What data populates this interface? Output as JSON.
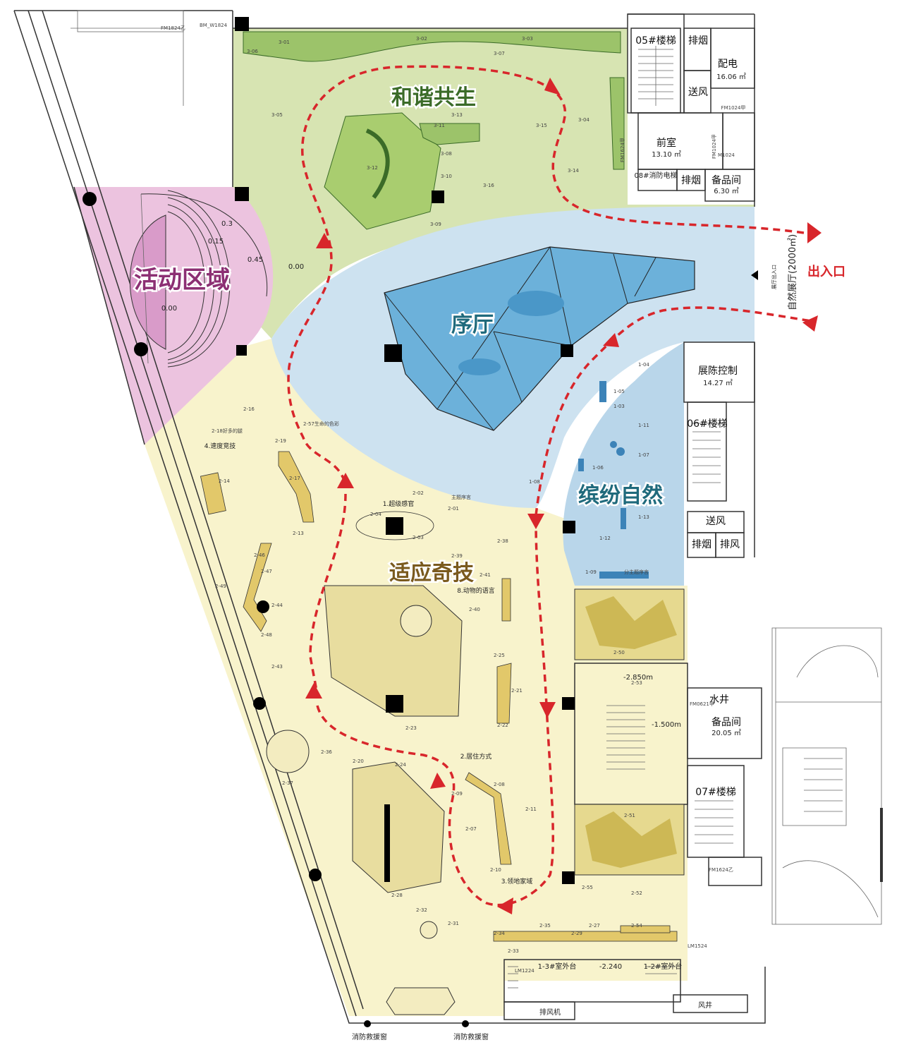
{
  "zones": {
    "harmony": "和谐共生",
    "activity": "活动区域",
    "foyer": "序厅",
    "diverse": "缤纷自然",
    "adapt": "适应奇技"
  },
  "entrance": {
    "label": "出入口",
    "hall_label": "自然展厅(2000㎡)",
    "small_label": "展厅出入口"
  },
  "rooms": {
    "stair05": "05#楼梯",
    "smoke_exhaust_1": "排烟",
    "power": "配电",
    "power_area": "16.06 ㎡",
    "air_supply_1": "送风",
    "fire_door_1": "FM1024甲",
    "anteroom": "前室",
    "anteroom_area": "13.10 ㎡",
    "fire_elevator": "08#消防电梯",
    "smoke_exhaust_2": "排烟",
    "storage_1": "备品间",
    "storage_1_area": "6.30 ㎡",
    "exhibit_control": "展陈控制",
    "exhibit_control_area": "14.27 ㎡",
    "stair06": "06#楼梯",
    "air_supply_2": "送风",
    "smoke_exhaust_3": "排烟",
    "exhaust_air": "排风",
    "water_well": "水井",
    "storage_2": "备品间",
    "storage_2_area": "20.05 ㎡",
    "stair07": "07#楼梯",
    "outdoor_1": "1-3#室外台",
    "outdoor_2": "1-2#室外台",
    "exhaust_machine": "排风机",
    "wind_well": "风井",
    "rescue_window_1": "消防救援窗",
    "rescue_window_2": "消防救援窗"
  },
  "sections": {
    "s1": "1.超级感官",
    "s2": "2.居住方式",
    "s3": "3.领地家域",
    "s4": "4.速度竞技",
    "s8": "8.动物的语言"
  },
  "levels": {
    "l1": "0.3",
    "l2": "0.15",
    "l3": "0.45",
    "l4": "0.00",
    "l5": "0.00",
    "l6": "-2.850m",
    "l7": "-1.500m",
    "l8": "-2.240"
  },
  "exhibits": [
    "3-01",
    "3-02",
    "3-03",
    "3-06",
    "3-07",
    "3-05",
    "3-13",
    "3-11",
    "3-15",
    "3-04",
    "3-12",
    "3-08",
    "3-10",
    "3-16",
    "3-14",
    "3-09",
    "2-16",
    "2-18好多的腿",
    "2-19",
    "2-14",
    "2-17",
    "2-13",
    "2-46",
    "2-47",
    "2-49",
    "2-44",
    "2-48",
    "2-43",
    "2-36",
    "2-37",
    "2-57生命的色彩",
    "2-02",
    "2-01",
    "2-04",
    "2-03",
    "2-38",
    "2-39",
    "2-41",
    "2-40",
    "2-25",
    "2-21",
    "2-22",
    "2-23",
    "2-20",
    "2-24",
    "2-08",
    "2-09",
    "2-11",
    "2-07",
    "2-10",
    "2-28",
    "2-32",
    "2-31",
    "2-34",
    "2-35",
    "2-27",
    "2-29",
    "2-54",
    "2-33",
    "2-55",
    "2-52",
    "2-50",
    "2-53",
    "2-51",
    "1-04",
    "1-05",
    "1-03",
    "1-11",
    "1-06",
    "1-07",
    "1-08",
    "1-13",
    "1-12",
    "1-09",
    "分主题序言",
    "主题序言"
  ],
  "door_codes": {
    "d1": "FM1824乙",
    "d2": "BM_W1824",
    "d3": "FM1624甲",
    "d4": "M1024",
    "d5": "FM1024甲",
    "d6": "FM0621甲",
    "d7": "FM1624乙",
    "d8": "LM1224",
    "d9": "LM1524"
  },
  "colors": {
    "harmony_fill": "#d7e4b2",
    "harmony_text": "#3b6b28",
    "activity_fill": "#ecc3df",
    "activity_text": "#8c2f73",
    "foyer_fill": "#cde2f0",
    "foyer_text": "#1f6a7c",
    "diverse_fill": "#b9d6ea",
    "diverse_text": "#1f6a7c",
    "adapt_fill": "#f8f3cc",
    "adapt_text": "#7a5a1e",
    "route": "#d8262b"
  }
}
